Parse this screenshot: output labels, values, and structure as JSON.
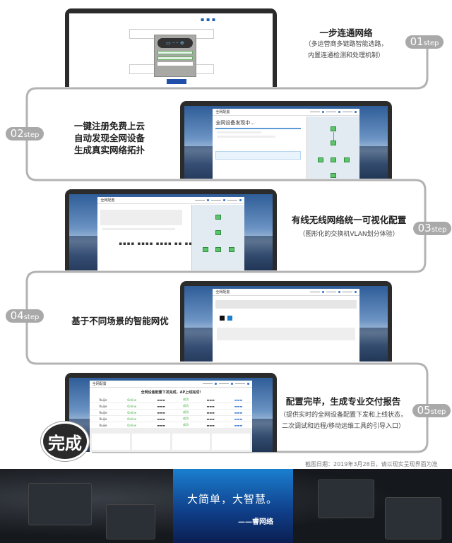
{
  "steps": [
    {
      "num": "01",
      "suffix": "step",
      "title": "一步连通网络",
      "desc": [
        "（多运营商多链路智能选路，",
        "内置连通检测和处理机制）"
      ]
    },
    {
      "num": "02",
      "suffix": "step",
      "title": [
        "一键注册免费上云",
        "自动发现全网设备",
        "生成真实网络拓扑"
      ]
    },
    {
      "num": "03",
      "suffix": "step",
      "title": "有线无线网络统一可视化配置",
      "desc": [
        "（图形化的交换机VLAN划分体验）"
      ]
    },
    {
      "num": "04",
      "suffix": "step",
      "title": "基于不同场景的智能网优"
    },
    {
      "num": "05",
      "suffix": "step",
      "title": "配置完毕，生成专业交付报告",
      "desc": [
        "（提供实时的全网设备配置下发和上线状态，",
        "二次调试和远程/移动运维工具的引导入口）"
      ]
    }
  ],
  "screens": {
    "app_title": "全网配置",
    "discovering": "全网设备发现中...",
    "done_msg": "全网设备配置下发完成，AP上线完成!",
    "rows": [
      {
        "brand": "Ruijie",
        "status": "Online",
        "result": "成功"
      },
      {
        "brand": "Ruijie",
        "status": "Online",
        "result": "成功"
      },
      {
        "brand": "Ruijie",
        "status": "Online",
        "result": "成功"
      },
      {
        "brand": "Ruijie",
        "status": "Online",
        "result": "成功"
      },
      {
        "brand": "Ruijie",
        "status": "Online",
        "result": "成功"
      }
    ]
  },
  "badge": "完成",
  "footnote": "截图日期：2019年3月28日，请以现实呈现界面为准",
  "banner": {
    "slogan": "大简单，大智慧。",
    "signature": "——睿网络"
  },
  "colors": {
    "pill": "#a9a9a9",
    "line": "#b0b0b0",
    "accent": "#1a7fd0"
  }
}
